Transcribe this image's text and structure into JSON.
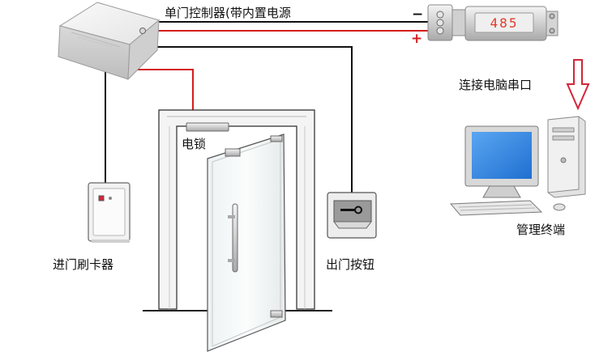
{
  "labels": {
    "controller": "单门控制器(带内置电源",
    "pc_port": "连接电脑串口",
    "lock": "电锁",
    "card_reader": "进门刷卡器",
    "exit_button": "出门按钮",
    "terminal": "管理终端"
  },
  "converter": {
    "display": "485",
    "minus": "−",
    "plus": "+"
  },
  "colors": {
    "power_wire": "#d41e1e",
    "signal_wire": "#111111",
    "display_digits": "#e23a2a",
    "monitor_screen": "#2f86e6",
    "arrow_fill": "#ffffff",
    "arrow_outline": "#d3263a"
  }
}
